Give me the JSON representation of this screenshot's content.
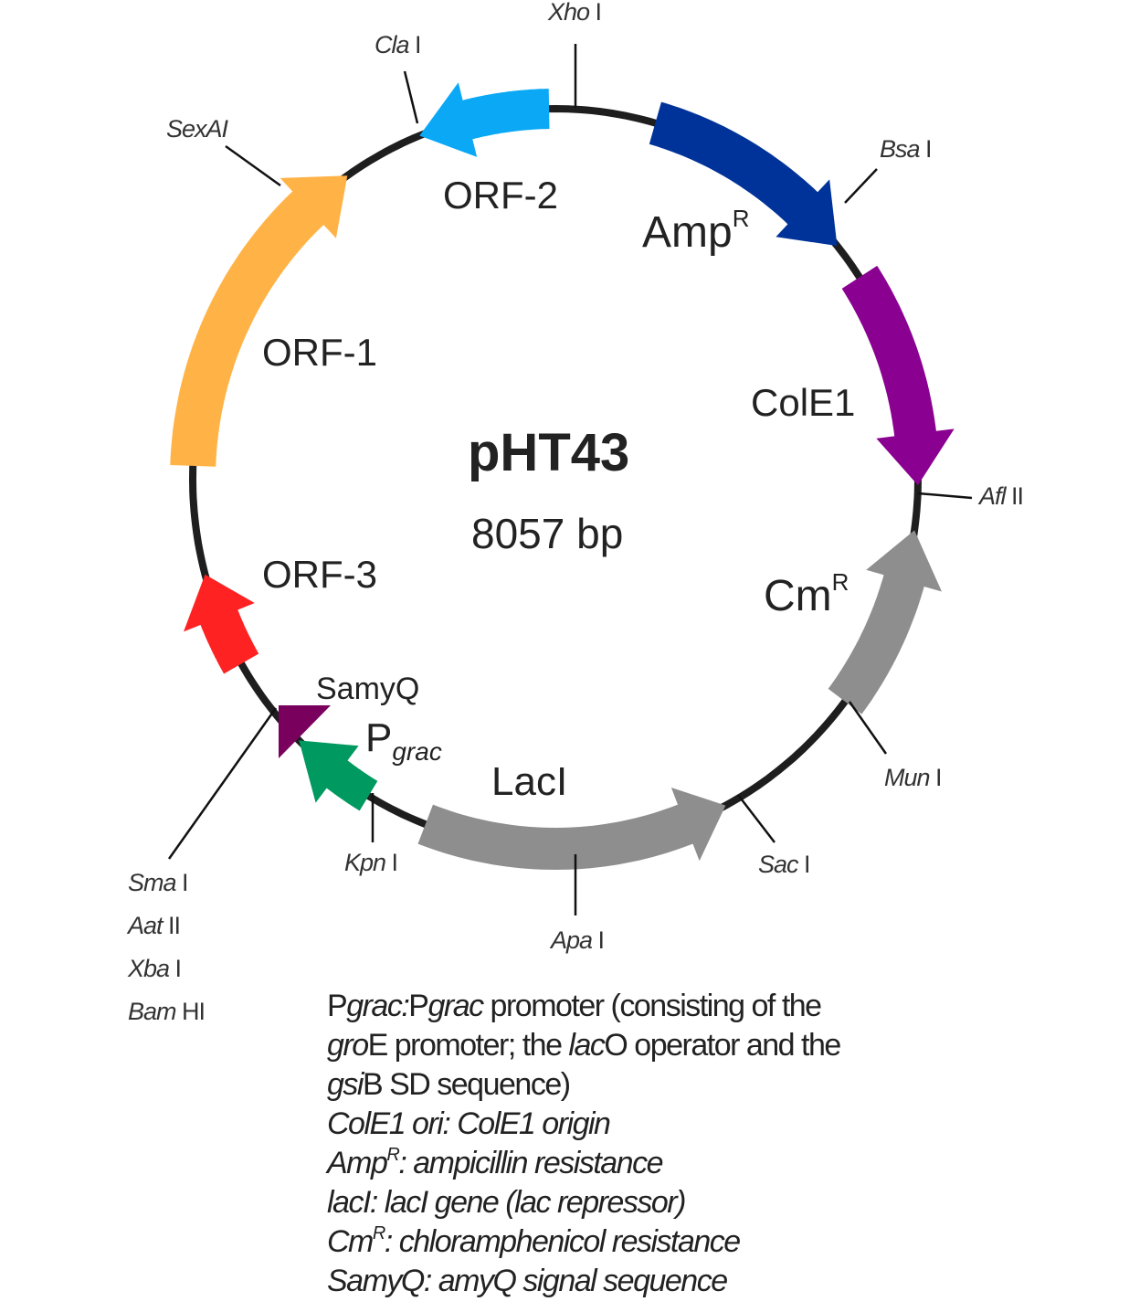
{
  "plasmid": {
    "name": "pHT43",
    "size": "8057 bp"
  },
  "features": [
    {
      "id": "orf2",
      "label": "ORF-2",
      "color": "#0aa8f5"
    },
    {
      "id": "ampr",
      "label": "Amp",
      "sup": "R",
      "color": "#003399"
    },
    {
      "id": "cole1",
      "label": "ColE1",
      "color": "#8a0090"
    },
    {
      "id": "cmr",
      "label": "Cm",
      "sup": "R",
      "color": "#8e8e8e"
    },
    {
      "id": "laci",
      "label": "LacI",
      "color": "#8e8e8e"
    },
    {
      "id": "pgrac",
      "label": "P",
      "sub": "grac",
      "color": "#009960"
    },
    {
      "id": "samyq",
      "label": "SamyQ",
      "color": "#7a005e"
    },
    {
      "id": "orf3",
      "label": "ORF-3",
      "color": "#ff2222"
    },
    {
      "id": "orf1",
      "label": "ORF-1",
      "color": "#ffb347"
    }
  ],
  "sites": [
    {
      "name": "Xho",
      "num": "I"
    },
    {
      "name": "Cla",
      "num": "I"
    },
    {
      "name": "SexAI",
      "num": ""
    },
    {
      "name": "Bsa",
      "num": "I"
    },
    {
      "name": "Afl",
      "num": "II"
    },
    {
      "name": "Mun",
      "num": "I"
    },
    {
      "name": "Sac",
      "num": "I"
    },
    {
      "name": "Apa",
      "num": "I"
    },
    {
      "name": "Kpn",
      "num": "I"
    },
    {
      "name": "Sma",
      "num": "I"
    },
    {
      "name": "Aat",
      "num": "II"
    },
    {
      "name": "Xba",
      "num": "I"
    },
    {
      "name": "Bam",
      "num": "HI"
    }
  ],
  "legend": [
    [
      {
        "t": "P"
      },
      {
        "t": "grac:",
        "i": true
      },
      {
        "t": "P"
      },
      {
        "t": "grac",
        "i": true
      },
      {
        "t": " promoter (consisting of the"
      }
    ],
    [
      {
        "t": "gro",
        "i": true
      },
      {
        "t": "E promoter; the "
      },
      {
        "t": "lac",
        "i": true
      },
      {
        "t": "O operator and the"
      }
    ],
    [
      {
        "t": "gsi",
        "i": true
      },
      {
        "t": "B SD sequence)"
      }
    ],
    [
      {
        "t": "ColE1 ori: ColE1 origin",
        "i": true
      }
    ],
    [
      {
        "t": "Amp",
        "i": true
      },
      {
        "t": "R",
        "i": true,
        "sup": true
      },
      {
        "t": ": ampicillin resistance",
        "i": true
      }
    ],
    [
      {
        "t": "lacI: lacI gene (lac repressor)",
        "i": true
      }
    ],
    [
      {
        "t": "Cm",
        "i": true
      },
      {
        "t": "R",
        "i": true,
        "sup": true
      },
      {
        "t": ": chloramphenicol resistance",
        "i": true
      }
    ],
    [
      {
        "t": "SamyQ: amyQ signal sequence",
        "i": true
      }
    ]
  ]
}
